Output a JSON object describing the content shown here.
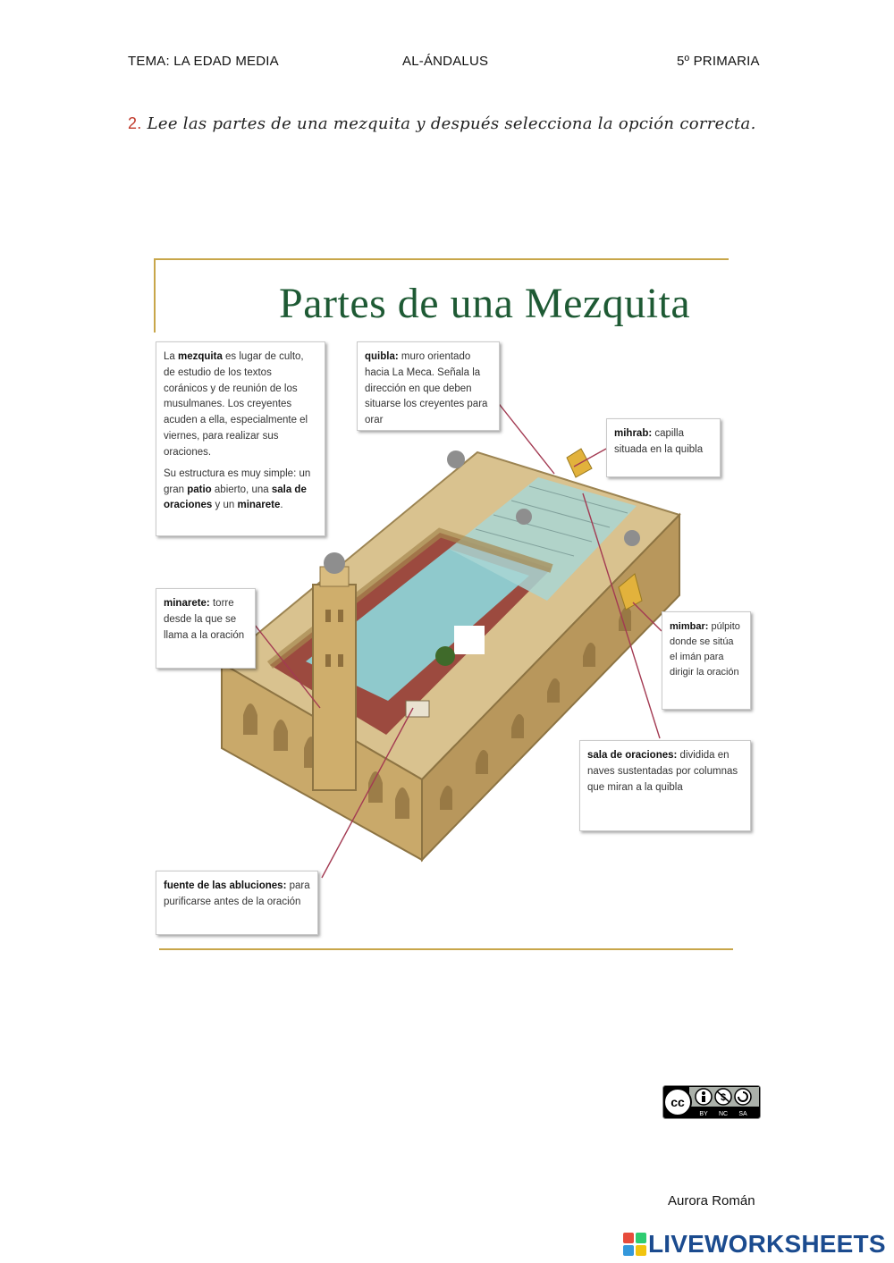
{
  "header": {
    "left": "TEMA: LA EDAD MEDIA",
    "center": "AL-ÁNDALUS",
    "right": "5º PRIMARIA"
  },
  "instruction": {
    "number": "2.",
    "text": "Lee las partes de una mezquita y después selecciona la opción correcta."
  },
  "figure": {
    "title": "Partes de una Mezquita",
    "labels": {
      "mezquita": {
        "term": "mezquita",
        "p1_prefix": "La ",
        "p1_rest": " es lugar de culto, de estudio de los textos coránicos y de reunión de los musulmanes. Los creyentes acuden a ella, especialmente el viernes, para realizar sus oraciones.",
        "p2_prefix": "Su estructura es muy simple: un gran ",
        "p2_term1": "patio",
        "p2_mid": " abierto, una ",
        "p2_term2": "sala de oraciones",
        "p2_and": " y un ",
        "p2_term3": "minarete",
        "p2_end": "."
      },
      "quibla": {
        "term": "quibla:",
        "text": " muro orientado hacia La Meca. Señala la dirección en que deben situarse los creyentes para orar"
      },
      "mihrab": {
        "term": "mihrab:",
        "text": " capilla situada en la quibla"
      },
      "minarete": {
        "term": "minarete:",
        "text": " torre desde la que se llama a la oración"
      },
      "mimbar": {
        "term": "mimbar:",
        "text": " púlpito donde se sitúa el imán para dirigir la oración"
      },
      "sala": {
        "term": "sala de oraciones:",
        "text": " dividida en naves sustentadas por columnas que miran a la quibla"
      },
      "fuente": {
        "term": "fuente de las abluciones:",
        "text": " para purificarse antes de la oración"
      }
    }
  },
  "license": {
    "cc": "cc",
    "by": "BY",
    "nc": "NC",
    "sa": "SA"
  },
  "author": "Aurora Román",
  "brand": {
    "name": "LIVEWORKSHEETS",
    "colors": [
      "#e74c3c",
      "#2ecc71",
      "#3498db",
      "#f1c40f"
    ]
  },
  "colors": {
    "title_green": "#1e5a34",
    "rule_gold": "#c8a64a",
    "callout_line": "#a33a52"
  }
}
